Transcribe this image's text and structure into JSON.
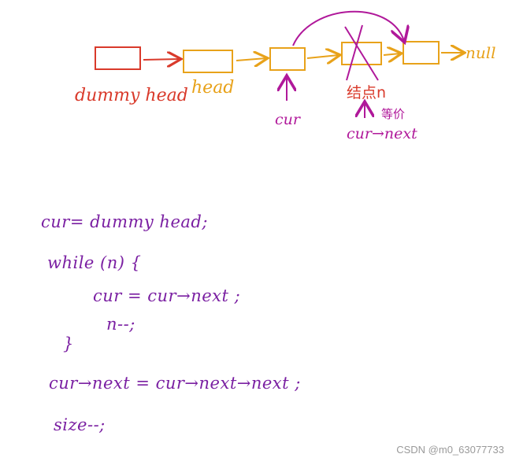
{
  "colors": {
    "dummy": "#d93a2b",
    "node": "#e8a21a",
    "pointer": "#b0189a",
    "code": "#7a1fa2"
  },
  "diagram": {
    "dummy_head_label": "dummy head",
    "head_label": "head",
    "cur_label": "cur",
    "node_n_label": "结点n",
    "equivalent_label": "等价",
    "cur_next_label": "cur→next",
    "null_label": "null"
  },
  "code": {
    "lines": [
      "cur= dummy head;",
      "while (n) {",
      "cur = cur→next ;",
      "n--;",
      "}",
      "cur→next = cur→next→next ;",
      "size--;"
    ]
  },
  "watermark": "CSDN @m0_63077733"
}
